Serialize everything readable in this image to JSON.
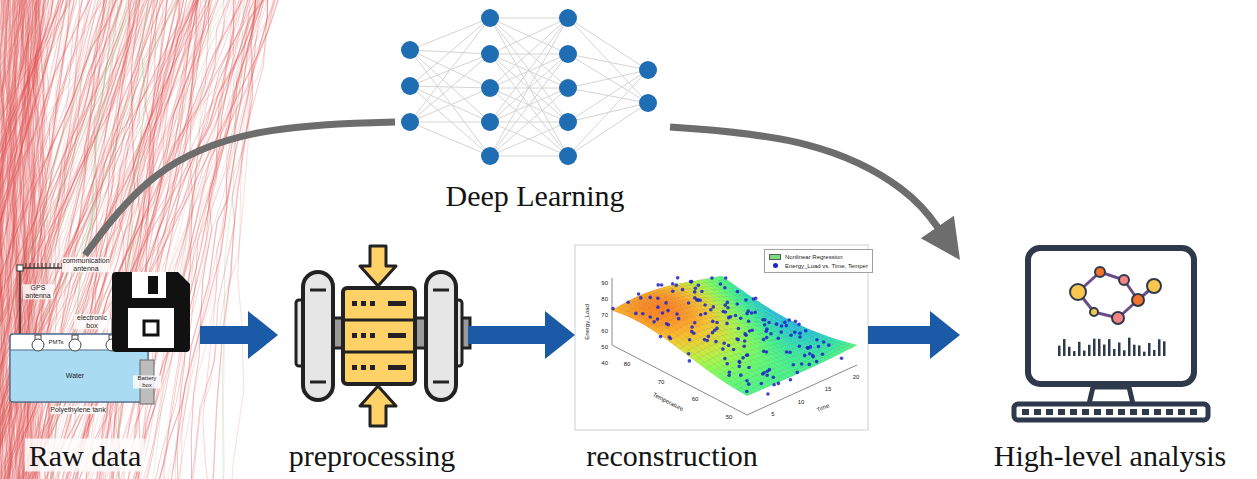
{
  "diagram": {
    "nodes": [
      {
        "text": [
          "Raw data"
        ]
      },
      {
        "text": [
          "preprocessing"
        ]
      },
      {
        "text": [
          "reconstruction"
        ]
      },
      {
        "text": [
          "High-level analysis"
        ]
      },
      {
        "text": [
          "Deep Learning"
        ]
      }
    ],
    "edges": [
      {
        "from": 0,
        "to": 1,
        "arrow": "to"
      },
      {
        "from": 1,
        "to": 2,
        "arrow": "to"
      },
      {
        "from": 2,
        "to": 3,
        "arrow": "to"
      },
      {
        "from": 0,
        "to": 4,
        "arrow": "none"
      },
      {
        "from": 4,
        "to": 3,
        "arrow": "to"
      }
    ],
    "labels": [
      "communication antenna",
      "GPS antenna",
      "electronic box",
      "PMTs",
      "Water",
      "Battery box",
      "Polyethylene tank",
      "Energy_Load",
      "Temperature",
      "Time",
      "90",
      "80",
      "70",
      "60",
      "50",
      "40",
      "80",
      "70",
      "60",
      "50",
      "5",
      "10",
      "15",
      "20"
    ],
    "legend": [
      {
        "text": "Nonlinear Regression",
        "color": "#7ed87e"
      },
      {
        "text": "Energy_Load vs. Time, Temper"
      }
    ]
  }
}
